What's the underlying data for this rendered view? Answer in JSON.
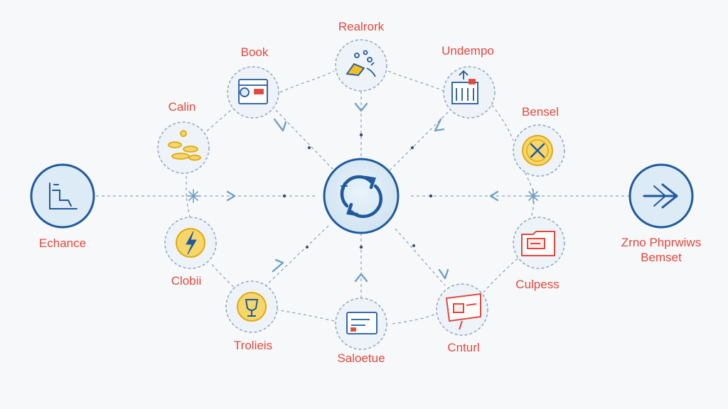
{
  "colors": {
    "background": "#f6f8fa",
    "label": "#e2493d",
    "node_stroke": "#1f5a9c",
    "node_fill": "#dcebf5",
    "dash": "#8fa6bf",
    "arrow": "#6fa0c8",
    "yellow": "#f1bf22"
  },
  "hub": {
    "icon": "sync-arrows-icon"
  },
  "nodes": {
    "realrork": {
      "label": "Realrork",
      "icon": "network-hand-icon"
    },
    "book": {
      "label": "Book",
      "icon": "card-icon"
    },
    "undempo": {
      "label": "Undempo",
      "icon": "building-upload-icon"
    },
    "calin": {
      "label": "Calin",
      "icon": "coins-icon"
    },
    "bensel": {
      "label": "Bensel",
      "icon": "close-coin-icon"
    },
    "echance": {
      "label": "Echance",
      "icon": "chart-icon"
    },
    "zrno": {
      "label_line1": "Zrno Phprwiws",
      "label_line2": "Bemset",
      "icon": "arrow-right-icon"
    },
    "clobii": {
      "label": "Clobii",
      "icon": "lightning-icon"
    },
    "culpess": {
      "label": "Culpess",
      "icon": "folder-icon"
    },
    "trolieis": {
      "label": "Trolieis",
      "icon": "trophy-icon"
    },
    "saloetue": {
      "label": "Saloetue",
      "icon": "document-icon"
    },
    "cnturl": {
      "label": "Cnturl",
      "icon": "board-icon"
    }
  }
}
